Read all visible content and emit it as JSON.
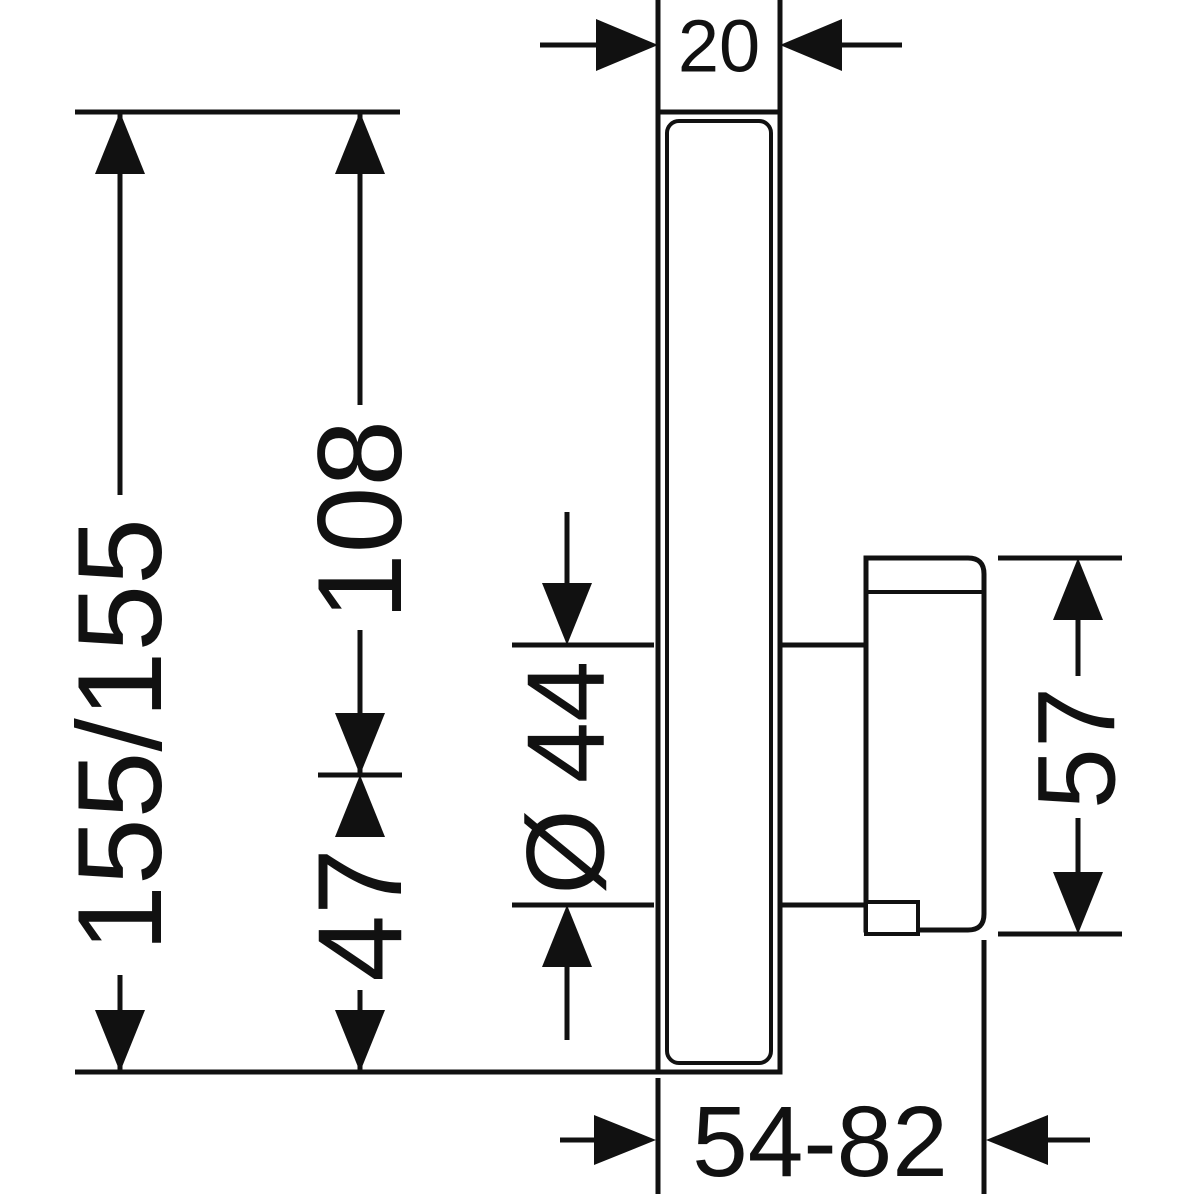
{
  "drawing": {
    "type": "technical-dimension-drawing",
    "view": "side-elevation-of-concealed-shower-mixer-trim",
    "colors": {
      "line": "#111111",
      "background": "#ffffff"
    },
    "labels": {
      "plate_width": "20",
      "overall_height": "155/155",
      "top_to_valve_center": "108",
      "valve_center_to_bottom": "47",
      "valve_diameter": "44",
      "diameter_symbol": "Ø",
      "handle_depth": "57",
      "installation_depth_range": "54-82"
    }
  }
}
